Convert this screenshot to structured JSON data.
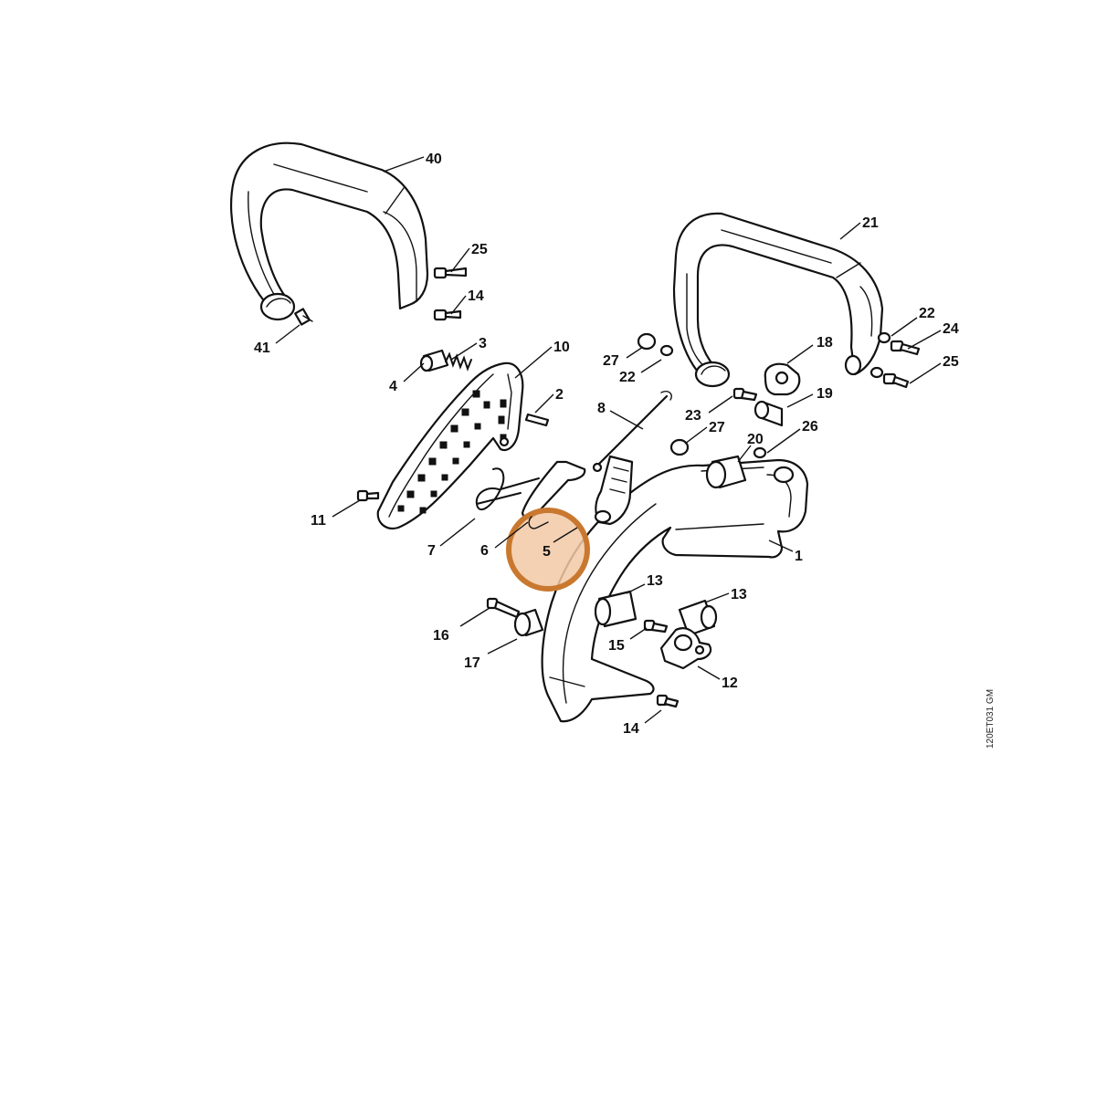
{
  "diagram": {
    "figure_code": "120ET031 GM",
    "highlight_color": "#c9782f",
    "highlighted_part": "5",
    "callouts": [
      {
        "id": "40",
        "label": "40"
      },
      {
        "id": "25a",
        "label": "25"
      },
      {
        "id": "14a",
        "label": "14"
      },
      {
        "id": "41",
        "label": "41"
      },
      {
        "id": "3",
        "label": "3"
      },
      {
        "id": "10",
        "label": "10"
      },
      {
        "id": "4",
        "label": "4"
      },
      {
        "id": "2",
        "label": "2"
      },
      {
        "id": "8",
        "label": "8"
      },
      {
        "id": "11",
        "label": "11"
      },
      {
        "id": "7",
        "label": "7"
      },
      {
        "id": "6",
        "label": "6"
      },
      {
        "id": "5",
        "label": "5"
      },
      {
        "id": "21",
        "label": "21"
      },
      {
        "id": "22a",
        "label": "22"
      },
      {
        "id": "24",
        "label": "24"
      },
      {
        "id": "25b",
        "label": "25"
      },
      {
        "id": "27a",
        "label": "27"
      },
      {
        "id": "22b",
        "label": "22"
      },
      {
        "id": "18",
        "label": "18"
      },
      {
        "id": "23",
        "label": "23"
      },
      {
        "id": "19",
        "label": "19"
      },
      {
        "id": "27b",
        "label": "27"
      },
      {
        "id": "26",
        "label": "26"
      },
      {
        "id": "20",
        "label": "20"
      },
      {
        "id": "1",
        "label": "1"
      },
      {
        "id": "13a",
        "label": "13"
      },
      {
        "id": "13b",
        "label": "13"
      },
      {
        "id": "15",
        "label": "15"
      },
      {
        "id": "16",
        "label": "16"
      },
      {
        "id": "17",
        "label": "17"
      },
      {
        "id": "12",
        "label": "12"
      },
      {
        "id": "14b",
        "label": "14"
      }
    ]
  }
}
